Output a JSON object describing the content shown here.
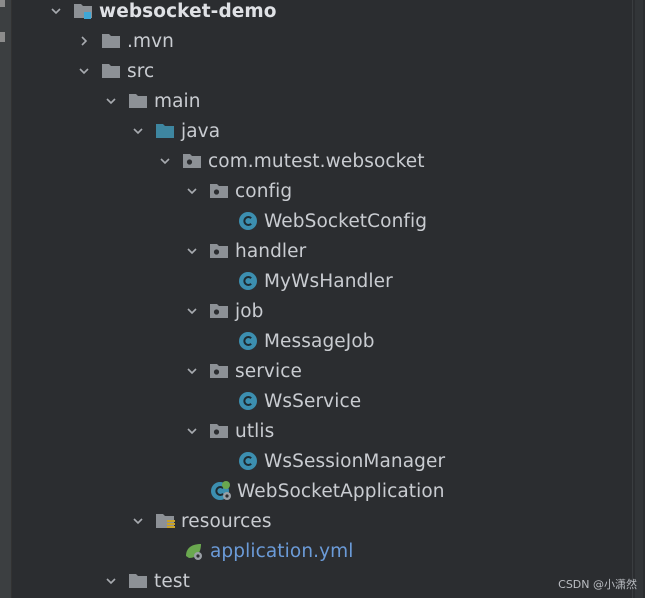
{
  "tree": {
    "project": "websocket-demo",
    "mvn": ".mvn",
    "src": "src",
    "main": "main",
    "java": "java",
    "package": "com.mutest.websocket",
    "config": "config",
    "websocket_config": "WebSocketConfig",
    "handler": "handler",
    "my_ws_handler": "MyWsHandler",
    "job": "job",
    "message_job": "MessageJob",
    "service": "service",
    "ws_service": "WsService",
    "utlis": "utlis",
    "ws_session_manager": "WsSessionManager",
    "application_class": "WebSocketApplication",
    "resources": "resources",
    "application_yml": "application.yml",
    "test": "test"
  },
  "watermark": "CSDN @小潇然",
  "colors": {
    "background": "#2b2d30",
    "text": "#c9ccd1",
    "folder": "#8d9196",
    "source_folder": "#3e86a0",
    "class_icon": "#3c8fb0",
    "yml_text": "#6b9bd8",
    "spring_green": "#6aa84f"
  }
}
